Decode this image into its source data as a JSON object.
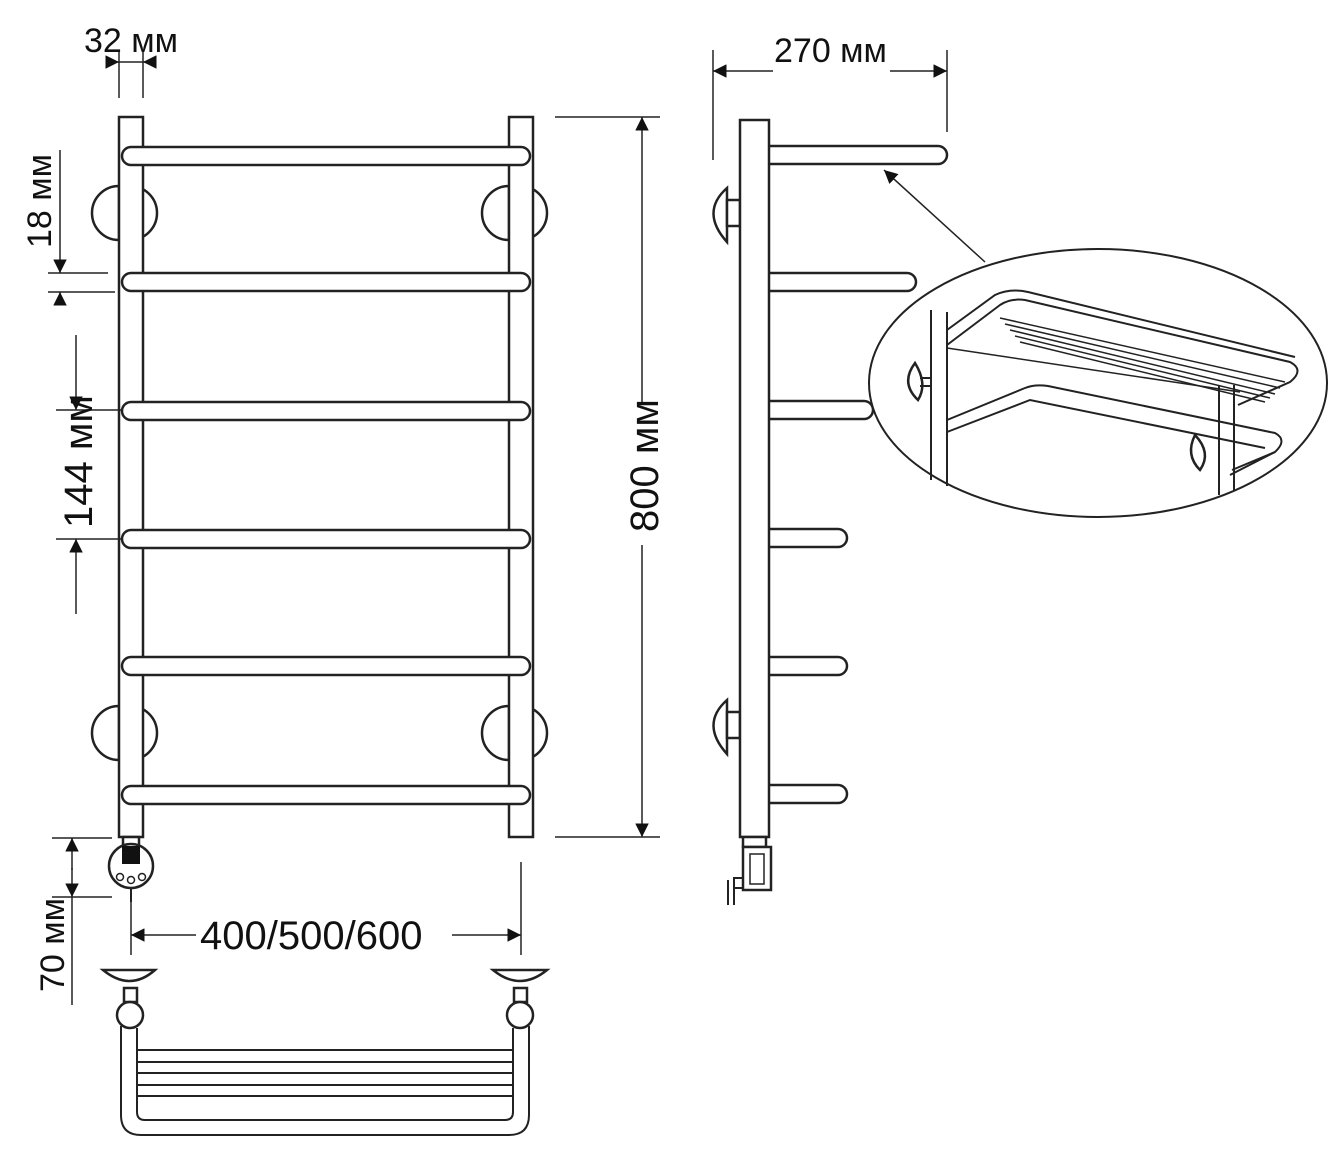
{
  "dimensions": {
    "pipe_diameter": "32 мм",
    "bar_thickness": "18 мм",
    "bar_spacing": "144 мм",
    "height": "800 мм",
    "depth": "270 мм",
    "bottom_offset": "70 мм",
    "width": "400/500/600"
  },
  "colors": {
    "line": "#222222",
    "background": "#ffffff"
  }
}
